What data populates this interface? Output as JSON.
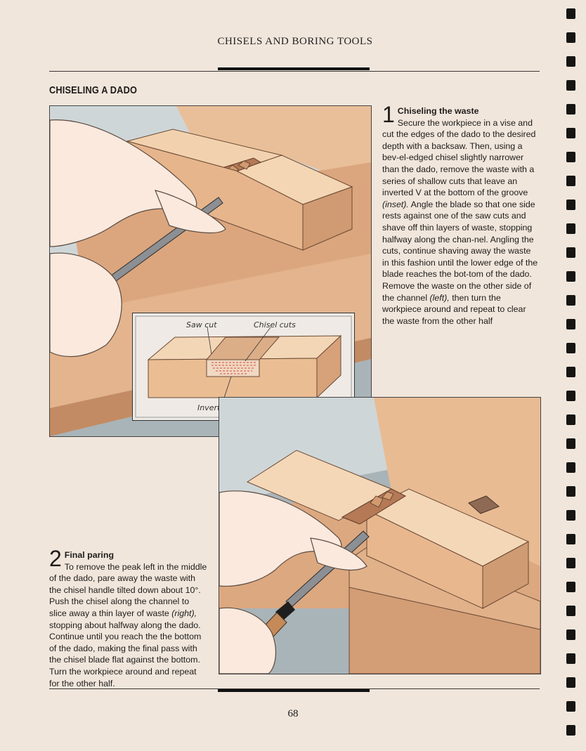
{
  "header": {
    "running_head": "CHISELS AND BORING TOOLS"
  },
  "section": {
    "title": "CHISELING A DADO"
  },
  "step1": {
    "number": "1",
    "heading": "Chiseling the waste",
    "text_a": "Secure the workpiece in a vise and cut the edges of the dado to the desired depth with a backsaw. Then, using a bev-el-edged chisel slightly narrower than the dado, remove the waste with a series of shallow cuts that leave an inverted V at the bottom of the groove ",
    "ref_inset": "(inset).",
    "text_b": " Angle the blade so that one side rests against one of the saw cuts and shave off thin layers of waste, stopping halfway along the chan-nel. Angling the cuts, continue shaving away the waste in this fashion until the lower edge of the blade reaches the bot-tom of the dado. Remove the waste on the other side of the channel ",
    "ref_left": "(left),",
    "text_c": " then turn the workpiece around and repeat to clear the waste from the other half"
  },
  "step2": {
    "number": "2",
    "heading": "Final paring",
    "text_a": "To remove the peak left in the middle of the dado, pare away the waste with the chisel handle tilted down about 10°. Push the chisel along the channel to slice away a thin layer of waste ",
    "ref_right": "(right),",
    "text_b": " stopping about halfway along the dado. Continue until you reach the the bottom of the dado, making the final pass with the chisel blade flat against the bottom. Turn the workpiece around and repeat for the other half."
  },
  "inset": {
    "label_saw_cut": "Saw cut",
    "label_chisel_cuts": "Chisel cuts",
    "label_inverted_v": "Inverted V"
  },
  "footer": {
    "page_number": "68"
  },
  "colors": {
    "page": "#f1e6dc",
    "wood_light": "#f0cfaa",
    "wood_mid": "#e2b188",
    "wood_dark": "#c99068",
    "bench_gray": "#a9b4b8",
    "skin": "#fbe9de",
    "inverted_v": "#d64d3c"
  }
}
